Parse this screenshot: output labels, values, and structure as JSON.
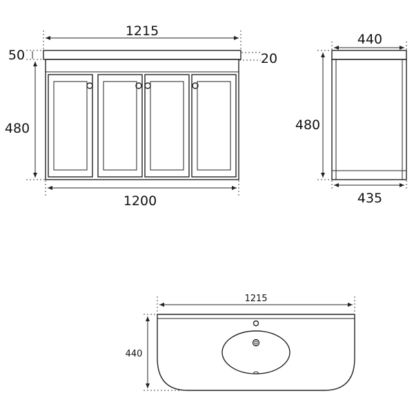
{
  "front_view": {
    "top_width": "1215",
    "top_thickness": "50",
    "overhang": "20",
    "height": "480",
    "base_width": "1200",
    "door_count": 4
  },
  "side_view": {
    "top_depth": "440",
    "height": "480",
    "base_depth": "435"
  },
  "plan_view": {
    "width": "1215",
    "depth": "440"
  }
}
